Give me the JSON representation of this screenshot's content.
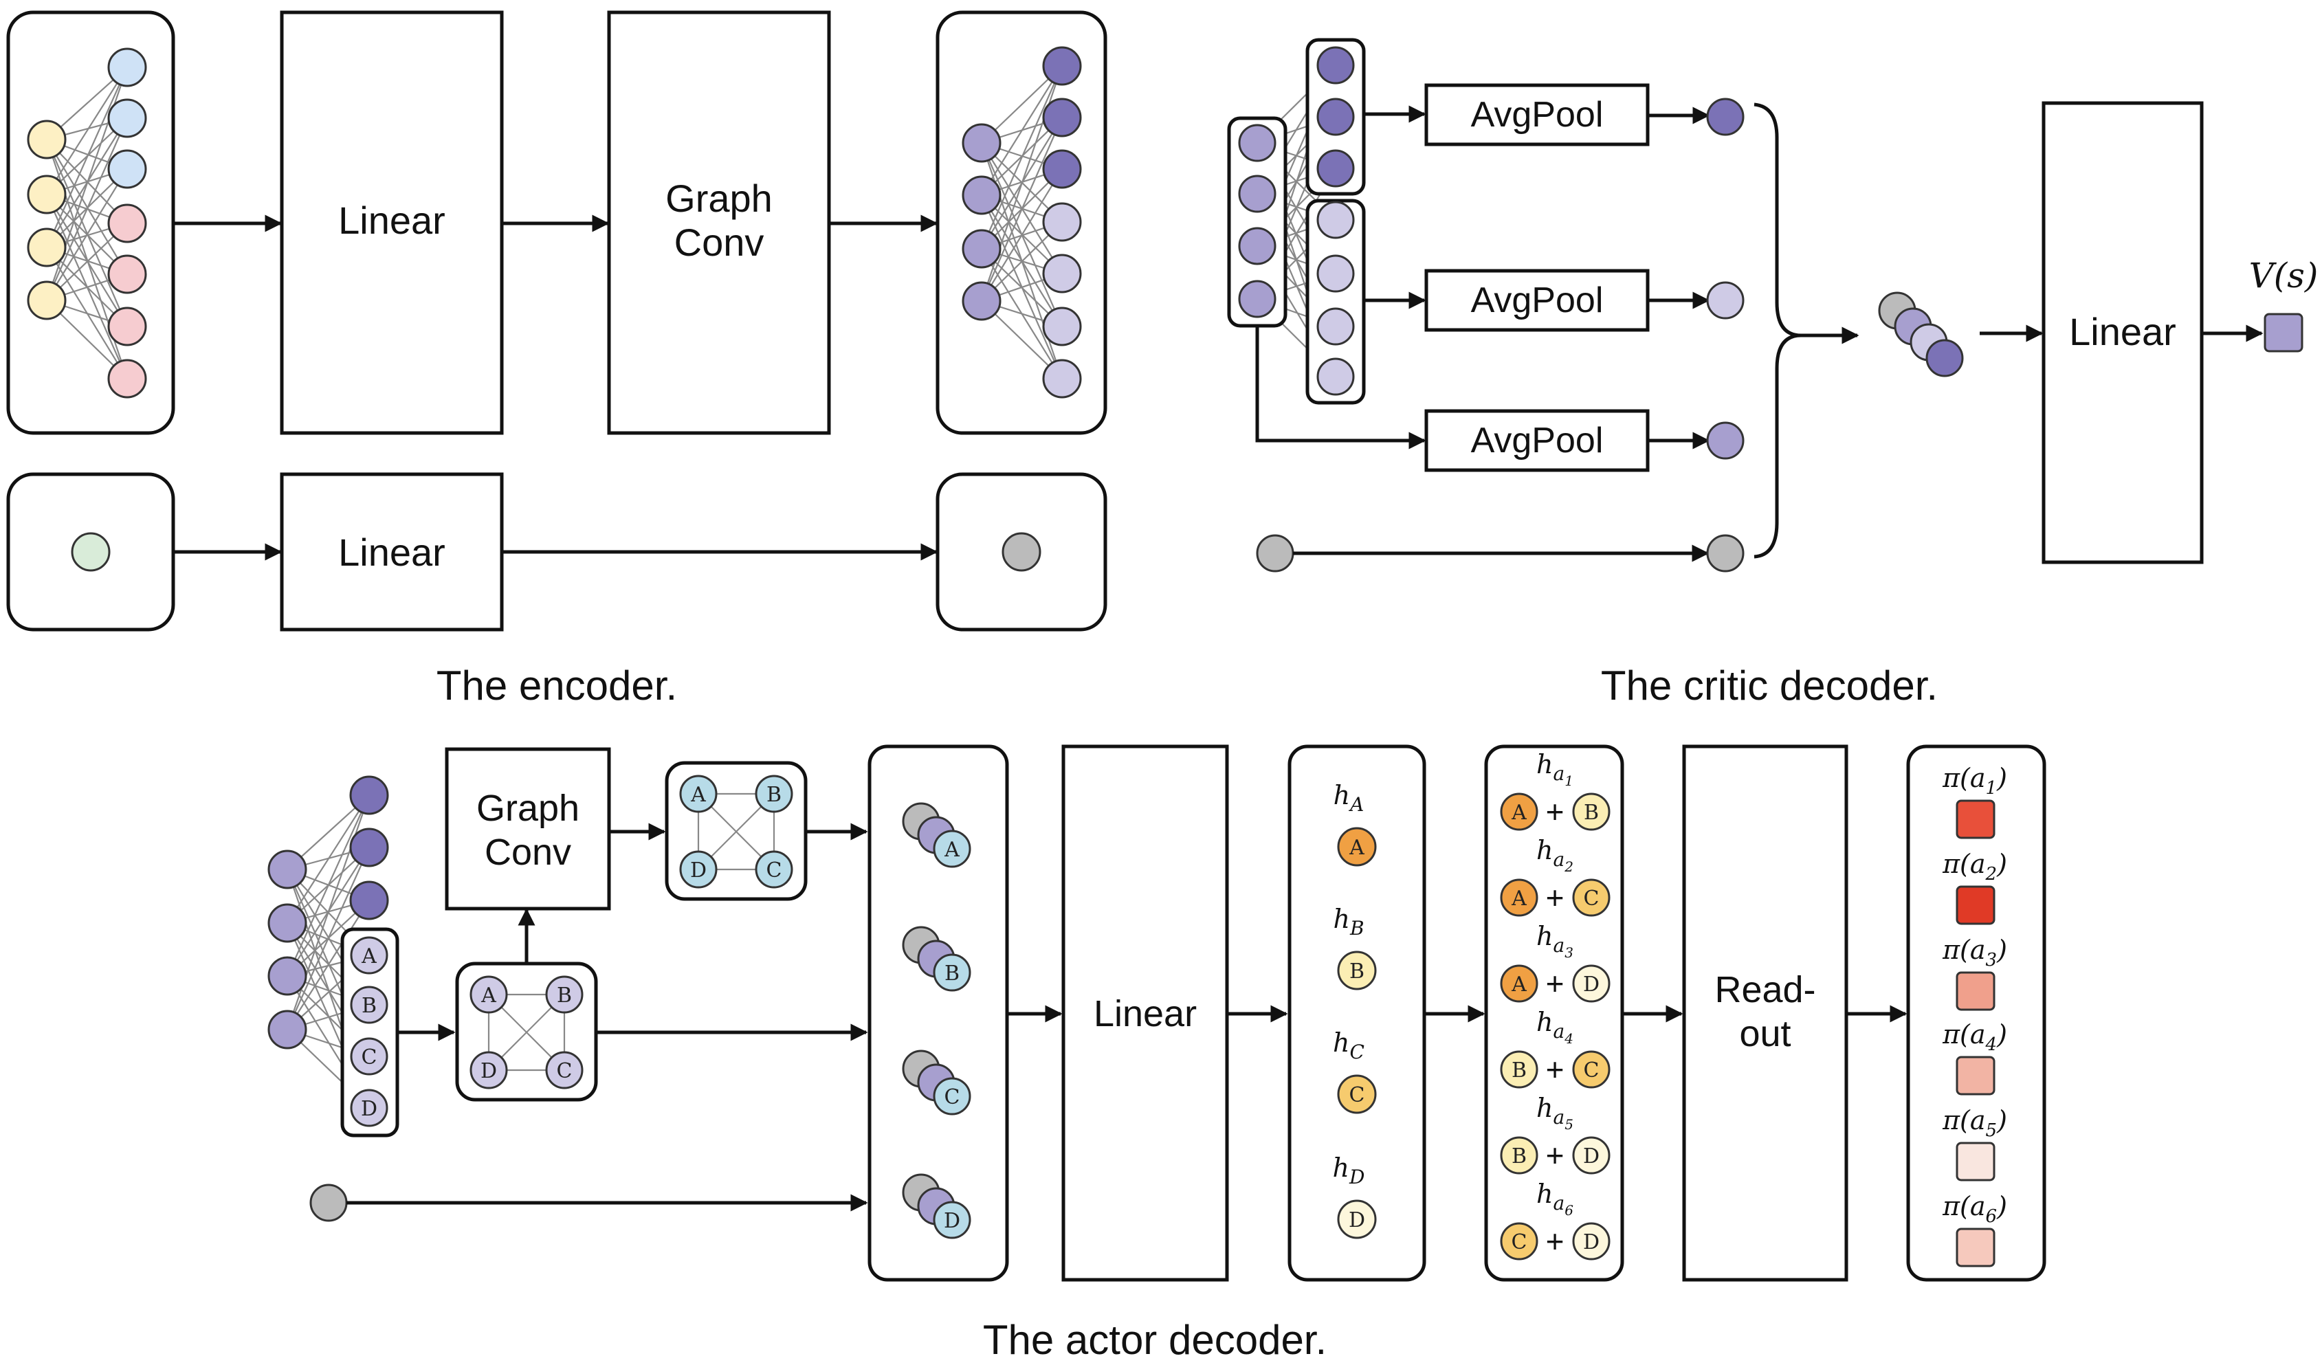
{
  "captions": {
    "encoder": "The encoder.",
    "critic": "The critic decoder.",
    "actor": "The actor decoder."
  },
  "blocks": {
    "linear": "Linear",
    "graph_conv_line1": "Graph",
    "graph_conv_line2": "Conv",
    "avgpool": "AvgPool",
    "readout_line1": "Read-",
    "readout_line2": "out",
    "value_output": "V(s)"
  },
  "node_letters": [
    "A",
    "B",
    "C",
    "D"
  ],
  "embedding_labels": [
    {
      "base": "h",
      "sub": "A"
    },
    {
      "base": "h",
      "sub": "B"
    },
    {
      "base": "h",
      "sub": "C"
    },
    {
      "base": "h",
      "sub": "D"
    }
  ],
  "pair_labels": [
    {
      "base": "h",
      "sub": "a",
      "subsub": "1",
      "left": "A",
      "right": "B"
    },
    {
      "base": "h",
      "sub": "a",
      "subsub": "2",
      "left": "A",
      "right": "C"
    },
    {
      "base": "h",
      "sub": "a",
      "subsub": "3",
      "left": "A",
      "right": "D"
    },
    {
      "base": "h",
      "sub": "a",
      "subsub": "4",
      "left": "B",
      "right": "C"
    },
    {
      "base": "h",
      "sub": "a",
      "subsub": "5",
      "left": "B",
      "right": "D"
    },
    {
      "base": "h",
      "sub": "a",
      "subsub": "6",
      "left": "C",
      "right": "D"
    }
  ],
  "policy_labels": [
    {
      "text": "π(a",
      "sub": "1",
      "tail": ")",
      "color": "#e8503a"
    },
    {
      "text": "π(a",
      "sub": "2",
      "tail": ")",
      "color": "#e03a26"
    },
    {
      "text": "π(a",
      "sub": "3",
      "tail": ")",
      "color": "#f0a08c"
    },
    {
      "text": "π(a",
      "sub": "4",
      "tail": ")",
      "color": "#f2b4a4"
    },
    {
      "text": "π(a",
      "sub": "5",
      "tail": ")",
      "color": "#f9e6df"
    },
    {
      "text": "π(a",
      "sub": "6",
      "tail": ")",
      "color": "#f6c9bd"
    }
  ],
  "plus_sign": "+",
  "colors": {
    "yellow": "#fdf0c4",
    "blue": "#cfe2f6",
    "pink": "#f6ccd0",
    "green": "#d9ecd9",
    "gray": "#bbbbbb",
    "purple_mid": "#a79fcf",
    "purple_dark": "#7b72b6",
    "purple_light": "#cfcbe6",
    "light_blue": "#b7dbe8",
    "orange": "#f0a043",
    "light_orange": "#f6cb6e",
    "pale_yellow": "#fbeeb4",
    "lightest_yellow": "#fdf7dc"
  }
}
